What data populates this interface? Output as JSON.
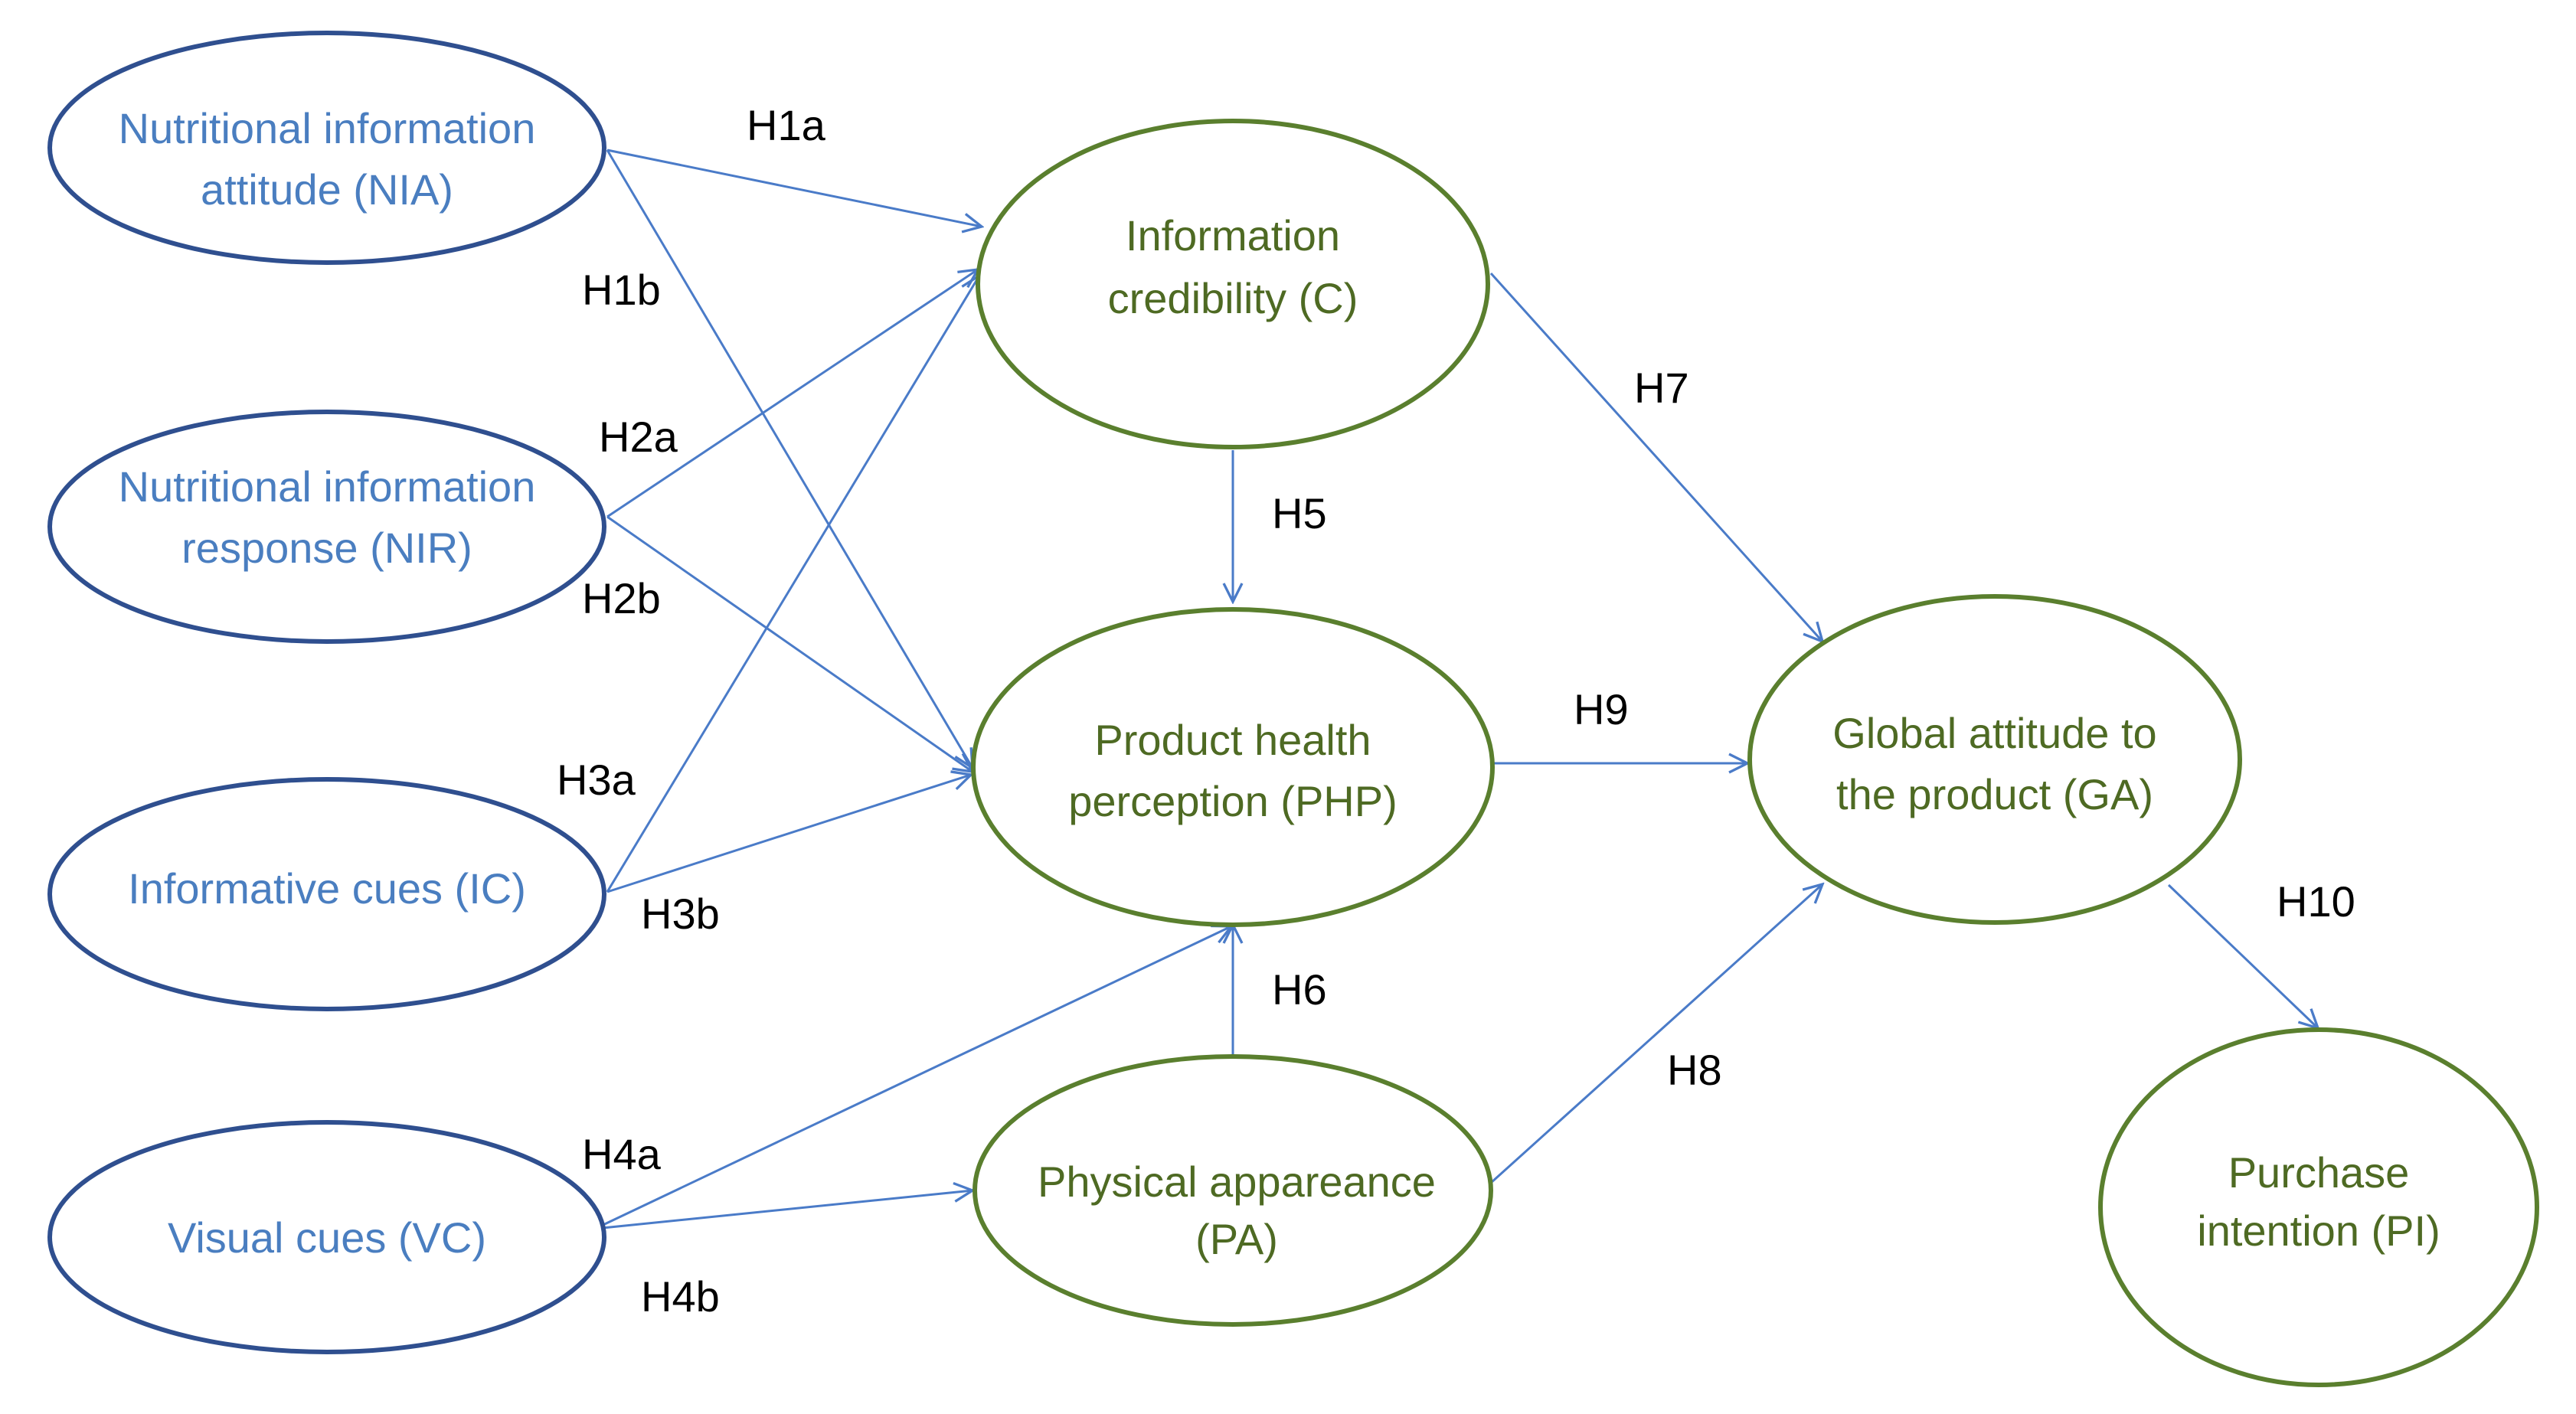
{
  "nodes": {
    "nia": {
      "line1": "Nutritional information",
      "line2": "attitude (NIA)"
    },
    "nir": {
      "line1": "Nutritional information",
      "line2": "response (NIR)"
    },
    "ic": {
      "line1": "Informative cues (IC)"
    },
    "vc": {
      "line1": "Visual cues (VC)"
    },
    "c": {
      "line1": "Information",
      "line2": "credibility (C)"
    },
    "php": {
      "line1": "Product health",
      "line2": "perception (PHP)"
    },
    "pa": {
      "line1": "Physical appareance",
      "line2": "(PA)"
    },
    "ga": {
      "line1": "Global attitude to",
      "line2": "the product (GA)"
    },
    "pi": {
      "line1": "Purchase",
      "line2": "intention (PI)"
    }
  },
  "colors": {
    "input_border": "#2F4F8F",
    "input_text": "#4A7EC0",
    "construct_border": "#5A7F2E",
    "construct_text": "#4E6A23",
    "arrow": "#4A7BC8"
  },
  "edges": [
    {
      "id": "H1a",
      "from": "nia",
      "to": "c",
      "label": "H1a"
    },
    {
      "id": "H1b",
      "from": "nia",
      "to": "php",
      "label": "H1b"
    },
    {
      "id": "H2a",
      "from": "nir",
      "to": "c",
      "label": "H2a"
    },
    {
      "id": "H2b",
      "from": "nir",
      "to": "php",
      "label": "H2b"
    },
    {
      "id": "H3a",
      "from": "ic",
      "to": "c",
      "label": "H3a"
    },
    {
      "id": "H3b",
      "from": "ic",
      "to": "php",
      "label": "H3b"
    },
    {
      "id": "H4a",
      "from": "vc",
      "to": "php",
      "label": "H4a"
    },
    {
      "id": "H4b",
      "from": "vc",
      "to": "pa",
      "label": "H4b"
    },
    {
      "id": "H5",
      "from": "c",
      "to": "php",
      "label": "H5"
    },
    {
      "id": "H6",
      "from": "pa",
      "to": "php",
      "label": "H6"
    },
    {
      "id": "H7",
      "from": "c",
      "to": "ga",
      "label": "H7"
    },
    {
      "id": "H8",
      "from": "pa",
      "to": "ga",
      "label": "H8"
    },
    {
      "id": "H9",
      "from": "php",
      "to": "ga",
      "label": "H9"
    },
    {
      "id": "H10",
      "from": "ga",
      "to": "pi",
      "label": "H10"
    }
  ]
}
